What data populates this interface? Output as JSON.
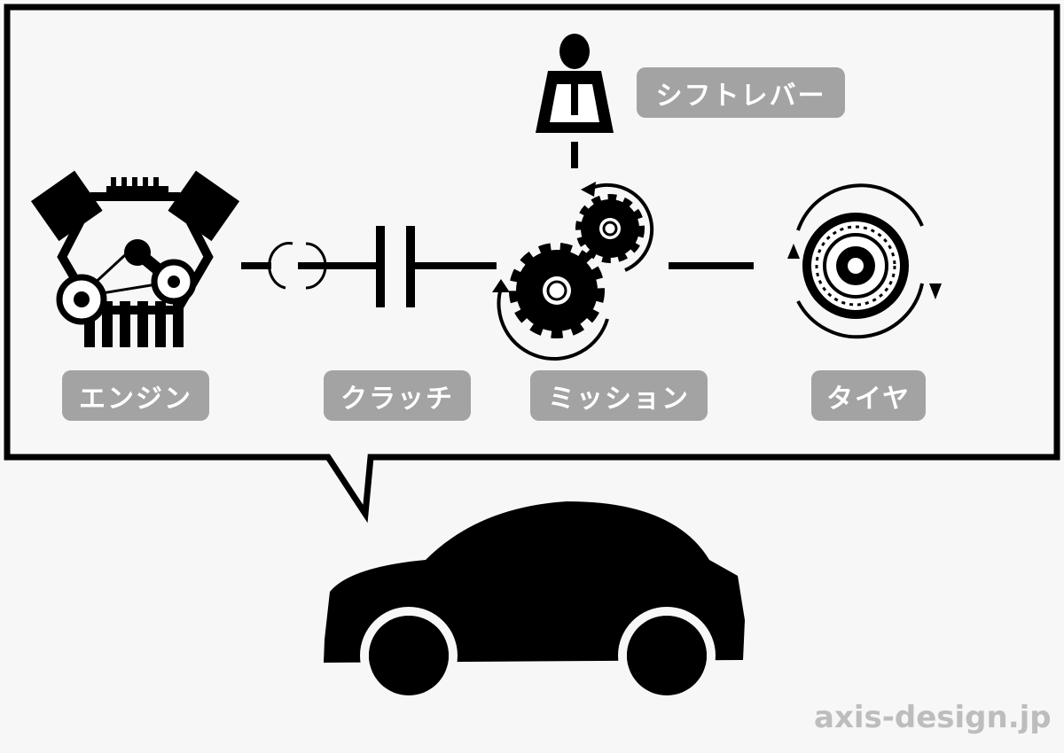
{
  "labels": {
    "engine": "エンジン",
    "clutch": "クラッチ",
    "mission": "ミッション",
    "tire": "タイヤ",
    "shift_lever": "シフトレバー"
  },
  "watermark": "axis-design.jp",
  "colors": {
    "label_bg": "#a3a3a3",
    "ink": "#000000",
    "background": "#f7f7f7"
  }
}
